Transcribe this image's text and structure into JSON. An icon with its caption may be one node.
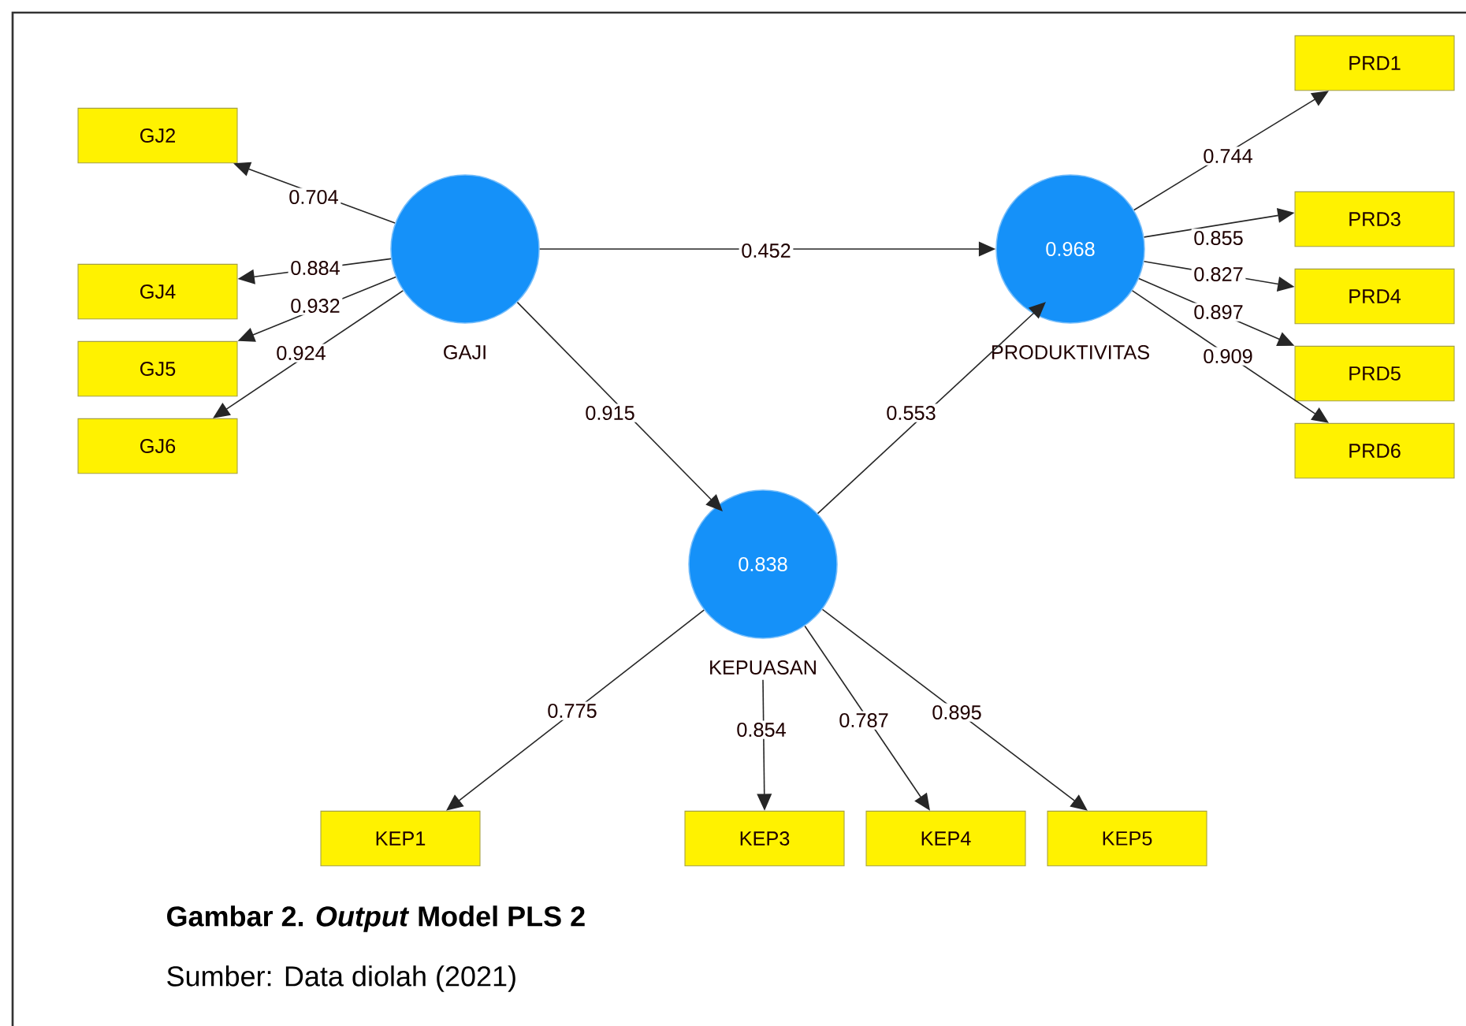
{
  "diagram": {
    "caption": "Gambar 2. *Output* Model PLS 2",
    "nodes": [
      {
        "text": [
          "GJ2"
        ]
      },
      {
        "text": [
          "GJ4"
        ]
      },
      {
        "text": [
          "GJ5"
        ]
      },
      {
        "text": [
          "GJ6"
        ]
      },
      {
        "text": [
          "GAJI"
        ]
      },
      {
        "text": [
          "0.968",
          "PRODUKTIVITAS"
        ]
      },
      {
        "text": [
          "PRD1"
        ]
      },
      {
        "text": [
          "PRD3"
        ]
      },
      {
        "text": [
          "PRD4"
        ]
      },
      {
        "text": [
          "PRD5"
        ]
      },
      {
        "text": [
          "PRD6"
        ]
      },
      {
        "text": [
          "0.838",
          "KEPUASAN"
        ]
      },
      {
        "text": [
          "KEP1"
        ]
      },
      {
        "text": [
          "KEP3"
        ]
      },
      {
        "text": [
          "KEP4"
        ]
      },
      {
        "text": [
          "KEP5"
        ]
      }
    ],
    "edges": [
      {
        "from": 4,
        "to": 0,
        "arrow": "to",
        "label": "0.704"
      },
      {
        "from": 4,
        "to": 1,
        "arrow": "to",
        "label": "0.884"
      },
      {
        "from": 4,
        "to": 2,
        "arrow": "to",
        "label": "0.932"
      },
      {
        "from": 4,
        "to": 3,
        "arrow": "to",
        "label": "0.924"
      },
      {
        "from": 4,
        "to": 5,
        "arrow": "to",
        "label": "0.452"
      },
      {
        "from": 4,
        "to": 11,
        "arrow": "to",
        "label": "0.915"
      },
      {
        "from": 11,
        "to": 5,
        "arrow": "to",
        "label": "0.553"
      },
      {
        "from": 5,
        "to": 6,
        "arrow": "to",
        "label": "0.744"
      },
      {
        "from": 5,
        "to": 7,
        "arrow": "to",
        "label": "0.855"
      },
      {
        "from": 5,
        "to": 8,
        "arrow": "to",
        "label": "0.827"
      },
      {
        "from": 5,
        "to": 9,
        "arrow": "to",
        "label": "0.897"
      },
      {
        "from": 5,
        "to": 10,
        "arrow": "to",
        "label": "0.909"
      },
      {
        "from": 11,
        "to": 12,
        "arrow": "to",
        "label": "0.775"
      },
      {
        "from": 11,
        "to": 13,
        "arrow": "to",
        "label": "0.854"
      },
      {
        "from": 11,
        "to": 14,
        "arrow": "to",
        "label": "0.787"
      },
      {
        "from": 11,
        "to": 15,
        "arrow": "to",
        "label": "0.895"
      }
    ],
    "labels": [
      "Sumber: Data diolah (2021)"
    ]
  }
}
